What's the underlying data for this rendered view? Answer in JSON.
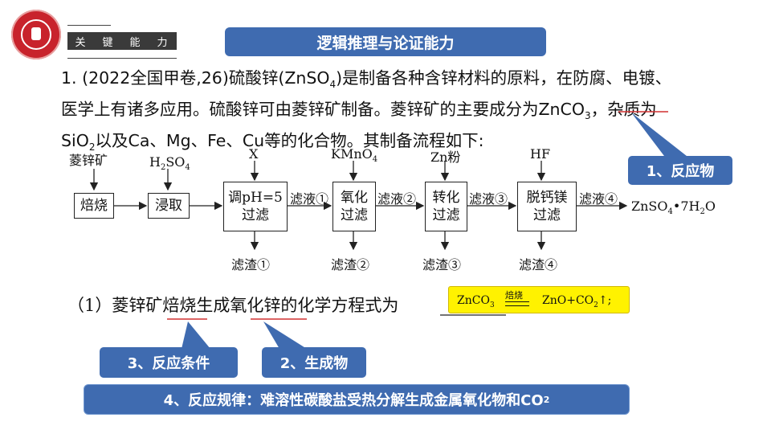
{
  "header": {
    "section_chars": [
      "关",
      "键",
      "能",
      "力"
    ],
    "title": "逻辑推理与论证能力"
  },
  "question": {
    "line1_pre": "1. (2022全国甲卷,26)硫酸锌(ZnSO",
    "line1_sub": "4",
    "line1_post": ")是制备各种含锌材料的原料，在防腐、电镀、",
    "line2_pre": "医学上有诸多应用。硫酸锌可由菱锌矿制备。菱锌矿的主要成分为",
    "line2_hl": "ZnCO",
    "line2_hl_sub": "3",
    "line2_post": "，杂质为",
    "line3_pre": "SiO",
    "line3_sub": "2",
    "line3_post": "以及Ca、Mg、Fe、Cu等的化合物。其制备流程如下:"
  },
  "flow": {
    "start_label": "菱锌矿",
    "reagents": {
      "h2so4": "H",
      "h2so4_sub": "2",
      "h2so4_tail": "SO",
      "h2so4_sub2": "4",
      "x": "X",
      "kmno4": "KMnO",
      "kmno4_sub": "4",
      "zn": "Zn粉",
      "hf": "HF"
    },
    "steps": {
      "roast": "焙烧",
      "leach": "浸取",
      "ph_line1": "调pH=5",
      "ph_line2": "过滤",
      "ox_line1": "氧化",
      "ox_line2": "过滤",
      "conv_line1": "转化",
      "conv_line2": "过滤",
      "deca_line1": "脱钙镁",
      "deca_line2": "过滤"
    },
    "filtrates": [
      "滤液①",
      "滤液②",
      "滤液③",
      "滤液④"
    ],
    "residues": [
      "滤渣①",
      "滤渣②",
      "滤渣③",
      "滤渣④"
    ],
    "product": "ZnSO",
    "product_sub": "4",
    "product_tail": "•7H",
    "product_sub2": "2",
    "product_tail2": "O"
  },
  "sub_question": {
    "pre": "（1）菱锌矿",
    "hl1": "焙烧",
    "mid": "生成",
    "hl2": "氧化锌",
    "post": "的化学方程式为",
    "answer_lhs": "ZnCO",
    "answer_lhs_sub": "3",
    "answer_cond": "焙烧",
    "answer_rhs": "ZnO+CO",
    "answer_rhs_sub": "2",
    "answer_tail": "↑;"
  },
  "callouts": {
    "reactant": "1、反应物",
    "product": "2、生成物",
    "condition": "3、反应条件",
    "rule_pre": "4、反应规律：难溶性碳酸盐受热分解生成金属氧化物和CO",
    "rule_sub": "2"
  },
  "colors": {
    "accent_blue": "#3f6bb0",
    "answer_yellow": "#fff200",
    "underline_red": "#d03030",
    "logo_red": "#c8232c"
  }
}
